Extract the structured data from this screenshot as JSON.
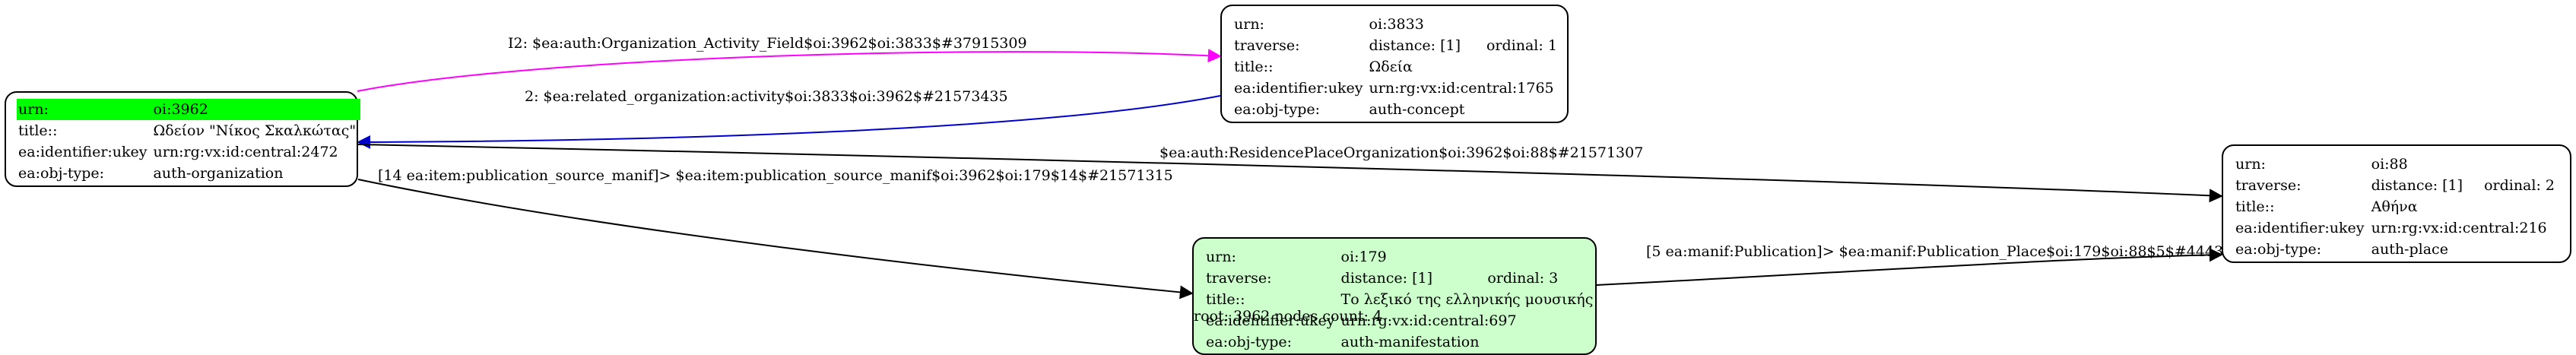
{
  "nodes": {
    "n3962": {
      "rows": [
        {
          "key": "urn:",
          "val": "oi:3962"
        },
        {
          "key": "title::",
          "val": "Ωδείον \"Νίκος Σκαλκώτας\""
        },
        {
          "key": "ea:identifier:ukey",
          "val": "urn:rg:vx:id:central:2472"
        },
        {
          "key": "ea:obj-type:",
          "val": "auth-organization"
        }
      ],
      "highlight_color": "#00ff00"
    },
    "n3833": {
      "rows": [
        {
          "key": "urn:",
          "val": "oi:3833"
        },
        {
          "key": "traverse:",
          "val": "distance: [1]",
          "extra": "ordinal: 1"
        },
        {
          "key": "title::",
          "val": "Ωδεία"
        },
        {
          "key": "ea:identifier:ukey",
          "val": "urn:rg:vx:id:central:1765"
        },
        {
          "key": "ea:obj-type:",
          "val": "auth-concept"
        }
      ]
    },
    "n179": {
      "rows": [
        {
          "key": "urn:",
          "val": "oi:179"
        },
        {
          "key": "traverse:",
          "val": "distance: [1]",
          "extra": "ordinal: 3"
        },
        {
          "key": "title::",
          "val": "Το λεξικό της ελληνικής μουσικής"
        },
        {
          "key": "ea:identifier:ukey",
          "val": "urn:rg:vx:id:central:697"
        },
        {
          "key": "ea:obj-type:",
          "val": "auth-manifestation"
        }
      ],
      "fill_color": "#ccffcc"
    },
    "n88": {
      "rows": [
        {
          "key": "urn:",
          "val": "oi:88"
        },
        {
          "key": "traverse:",
          "val": "distance: [1]",
          "extra": "ordinal: 2"
        },
        {
          "key": "title::",
          "val": "Αθήνα"
        },
        {
          "key": "ea:identifier:ukey",
          "val": "urn:rg:vx:id:central:216"
        },
        {
          "key": "ea:obj-type:",
          "val": "auth-place"
        }
      ]
    }
  },
  "edges": {
    "e1": {
      "label": "I2: $ea:auth:Organization_Activity_Field$oi:3962$oi:3833$#37915309",
      "color": "#ff00ff"
    },
    "e2": {
      "label": "2: $ea:related_organization:activity$oi:3833$oi:3962$#21573435",
      "color": "#0000cc"
    },
    "e3": {
      "label": "$ea:auth:ResidencePlaceOrganization$oi:3962$oi:88$#21571307",
      "color": "#000000"
    },
    "e4": {
      "label": "[14 ea:item:publication_source_manif]> $ea:item:publication_source_manif$oi:3962$oi:179$14$#21571315",
      "color": "#000000"
    },
    "e5": {
      "label": "[5 ea:manif:Publication]> $ea:manif:Publication_Place$oi:179$oi:88$5$#44435",
      "color": "#000000"
    }
  },
  "footer": "root: 3962 nodes count: 4"
}
